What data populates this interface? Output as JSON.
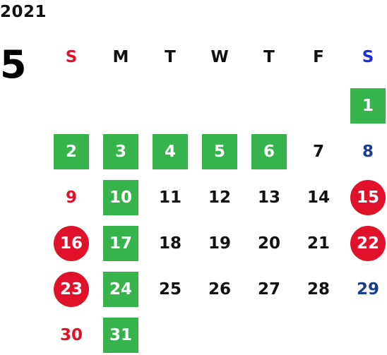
{
  "year": "2021",
  "month": "5",
  "weekdays": [
    {
      "label": "S",
      "color": "#e0122a"
    },
    {
      "label": "M",
      "color": "#111111"
    },
    {
      "label": "T",
      "color": "#111111"
    },
    {
      "label": "W",
      "color": "#111111"
    },
    {
      "label": "T",
      "color": "#111111"
    },
    {
      "label": "F",
      "color": "#111111"
    },
    {
      "label": "S",
      "color": "#1a2ed8"
    }
  ],
  "colors": {
    "green_highlight": "#36b34a",
    "red_circle": "#e0122a",
    "sunday_text": "#e0122a",
    "saturday_text": "#1a3c8e"
  },
  "days": [
    {
      "label": "1",
      "col": 6,
      "row": 0,
      "style": "green"
    },
    {
      "label": "2",
      "col": 0,
      "row": 1,
      "style": "green"
    },
    {
      "label": "3",
      "col": 1,
      "row": 1,
      "style": "green"
    },
    {
      "label": "4",
      "col": 2,
      "row": 1,
      "style": "green"
    },
    {
      "label": "5",
      "col": 3,
      "row": 1,
      "style": "green"
    },
    {
      "label": "6",
      "col": 4,
      "row": 1,
      "style": "green"
    },
    {
      "label": "7",
      "col": 5,
      "row": 1,
      "style": "plain"
    },
    {
      "label": "8",
      "col": 6,
      "row": 1,
      "style": "sat-text"
    },
    {
      "label": "9",
      "col": 0,
      "row": 2,
      "style": "sun-text"
    },
    {
      "label": "10",
      "col": 1,
      "row": 2,
      "style": "green"
    },
    {
      "label": "11",
      "col": 2,
      "row": 2,
      "style": "plain"
    },
    {
      "label": "12",
      "col": 3,
      "row": 2,
      "style": "plain"
    },
    {
      "label": "13",
      "col": 4,
      "row": 2,
      "style": "plain"
    },
    {
      "label": "14",
      "col": 5,
      "row": 2,
      "style": "plain"
    },
    {
      "label": "15",
      "col": 6,
      "row": 2,
      "style": "circle"
    },
    {
      "label": "16",
      "col": 0,
      "row": 3,
      "style": "circle"
    },
    {
      "label": "17",
      "col": 1,
      "row": 3,
      "style": "green"
    },
    {
      "label": "18",
      "col": 2,
      "row": 3,
      "style": "plain"
    },
    {
      "label": "19",
      "col": 3,
      "row": 3,
      "style": "plain"
    },
    {
      "label": "20",
      "col": 4,
      "row": 3,
      "style": "plain"
    },
    {
      "label": "21",
      "col": 5,
      "row": 3,
      "style": "plain"
    },
    {
      "label": "22",
      "col": 6,
      "row": 3,
      "style": "circle"
    },
    {
      "label": "23",
      "col": 0,
      "row": 4,
      "style": "circle"
    },
    {
      "label": "24",
      "col": 1,
      "row": 4,
      "style": "green"
    },
    {
      "label": "25",
      "col": 2,
      "row": 4,
      "style": "plain"
    },
    {
      "label": "26",
      "col": 3,
      "row": 4,
      "style": "plain"
    },
    {
      "label": "27",
      "col": 4,
      "row": 4,
      "style": "plain"
    },
    {
      "label": "28",
      "col": 5,
      "row": 4,
      "style": "plain"
    },
    {
      "label": "29",
      "col": 6,
      "row": 4,
      "style": "sat-text"
    },
    {
      "label": "30",
      "col": 0,
      "row": 5,
      "style": "sun-text"
    },
    {
      "label": "31",
      "col": 1,
      "row": 5,
      "style": "green"
    }
  ]
}
